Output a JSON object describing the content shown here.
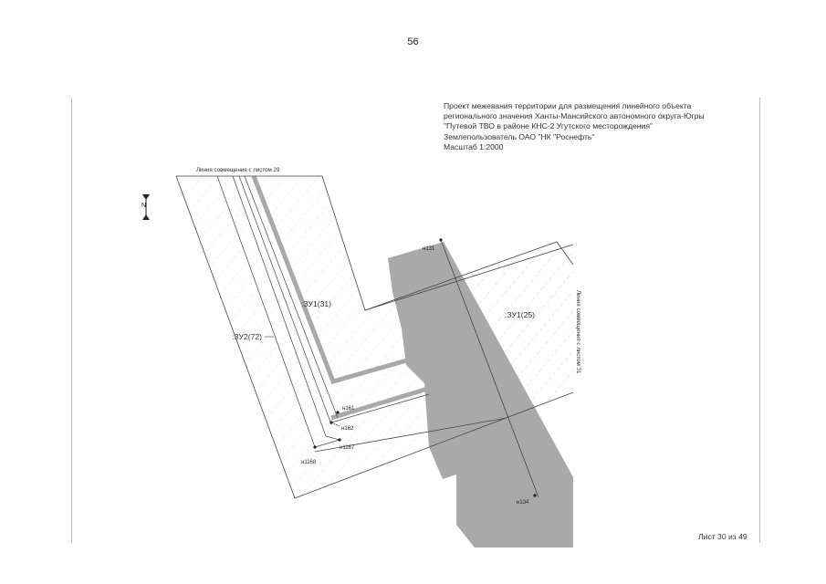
{
  "page": {
    "number": "56",
    "sheet": "Лист 30 из 49"
  },
  "title_block": {
    "lines": [
      "Проект межевания территории для размещения линейного объекта",
      "регионального значения Ханты-Мансийского автономного округа-Югры",
      "\"Путевой ТВО в районе КНС-2 Угутского месторождения\"",
      "Землепользователь ОАО \"НК \"Роснефть\"",
      "Масштаб 1:2000"
    ]
  },
  "map": {
    "match_line_top": "Линия совмещения с листом 29",
    "match_line_right": "Линия совмещения с листом 31",
    "north_symbol": "N",
    "parcels": [
      {
        "id": ":ЗУ1(31)"
      },
      {
        "id": ":ЗУ2(72)"
      },
      {
        "id": ":ЗУ1(25)"
      }
    ],
    "points": [
      {
        "id": "н131"
      },
      {
        "id": "н161"
      },
      {
        "id": "н162"
      },
      {
        "id": "н1167"
      },
      {
        "id": "н1168"
      },
      {
        "id": "н134"
      }
    ],
    "colors": {
      "road_fill": "#a9a9a9",
      "outline": "#444444",
      "hatch": "#cfcfcf"
    }
  }
}
